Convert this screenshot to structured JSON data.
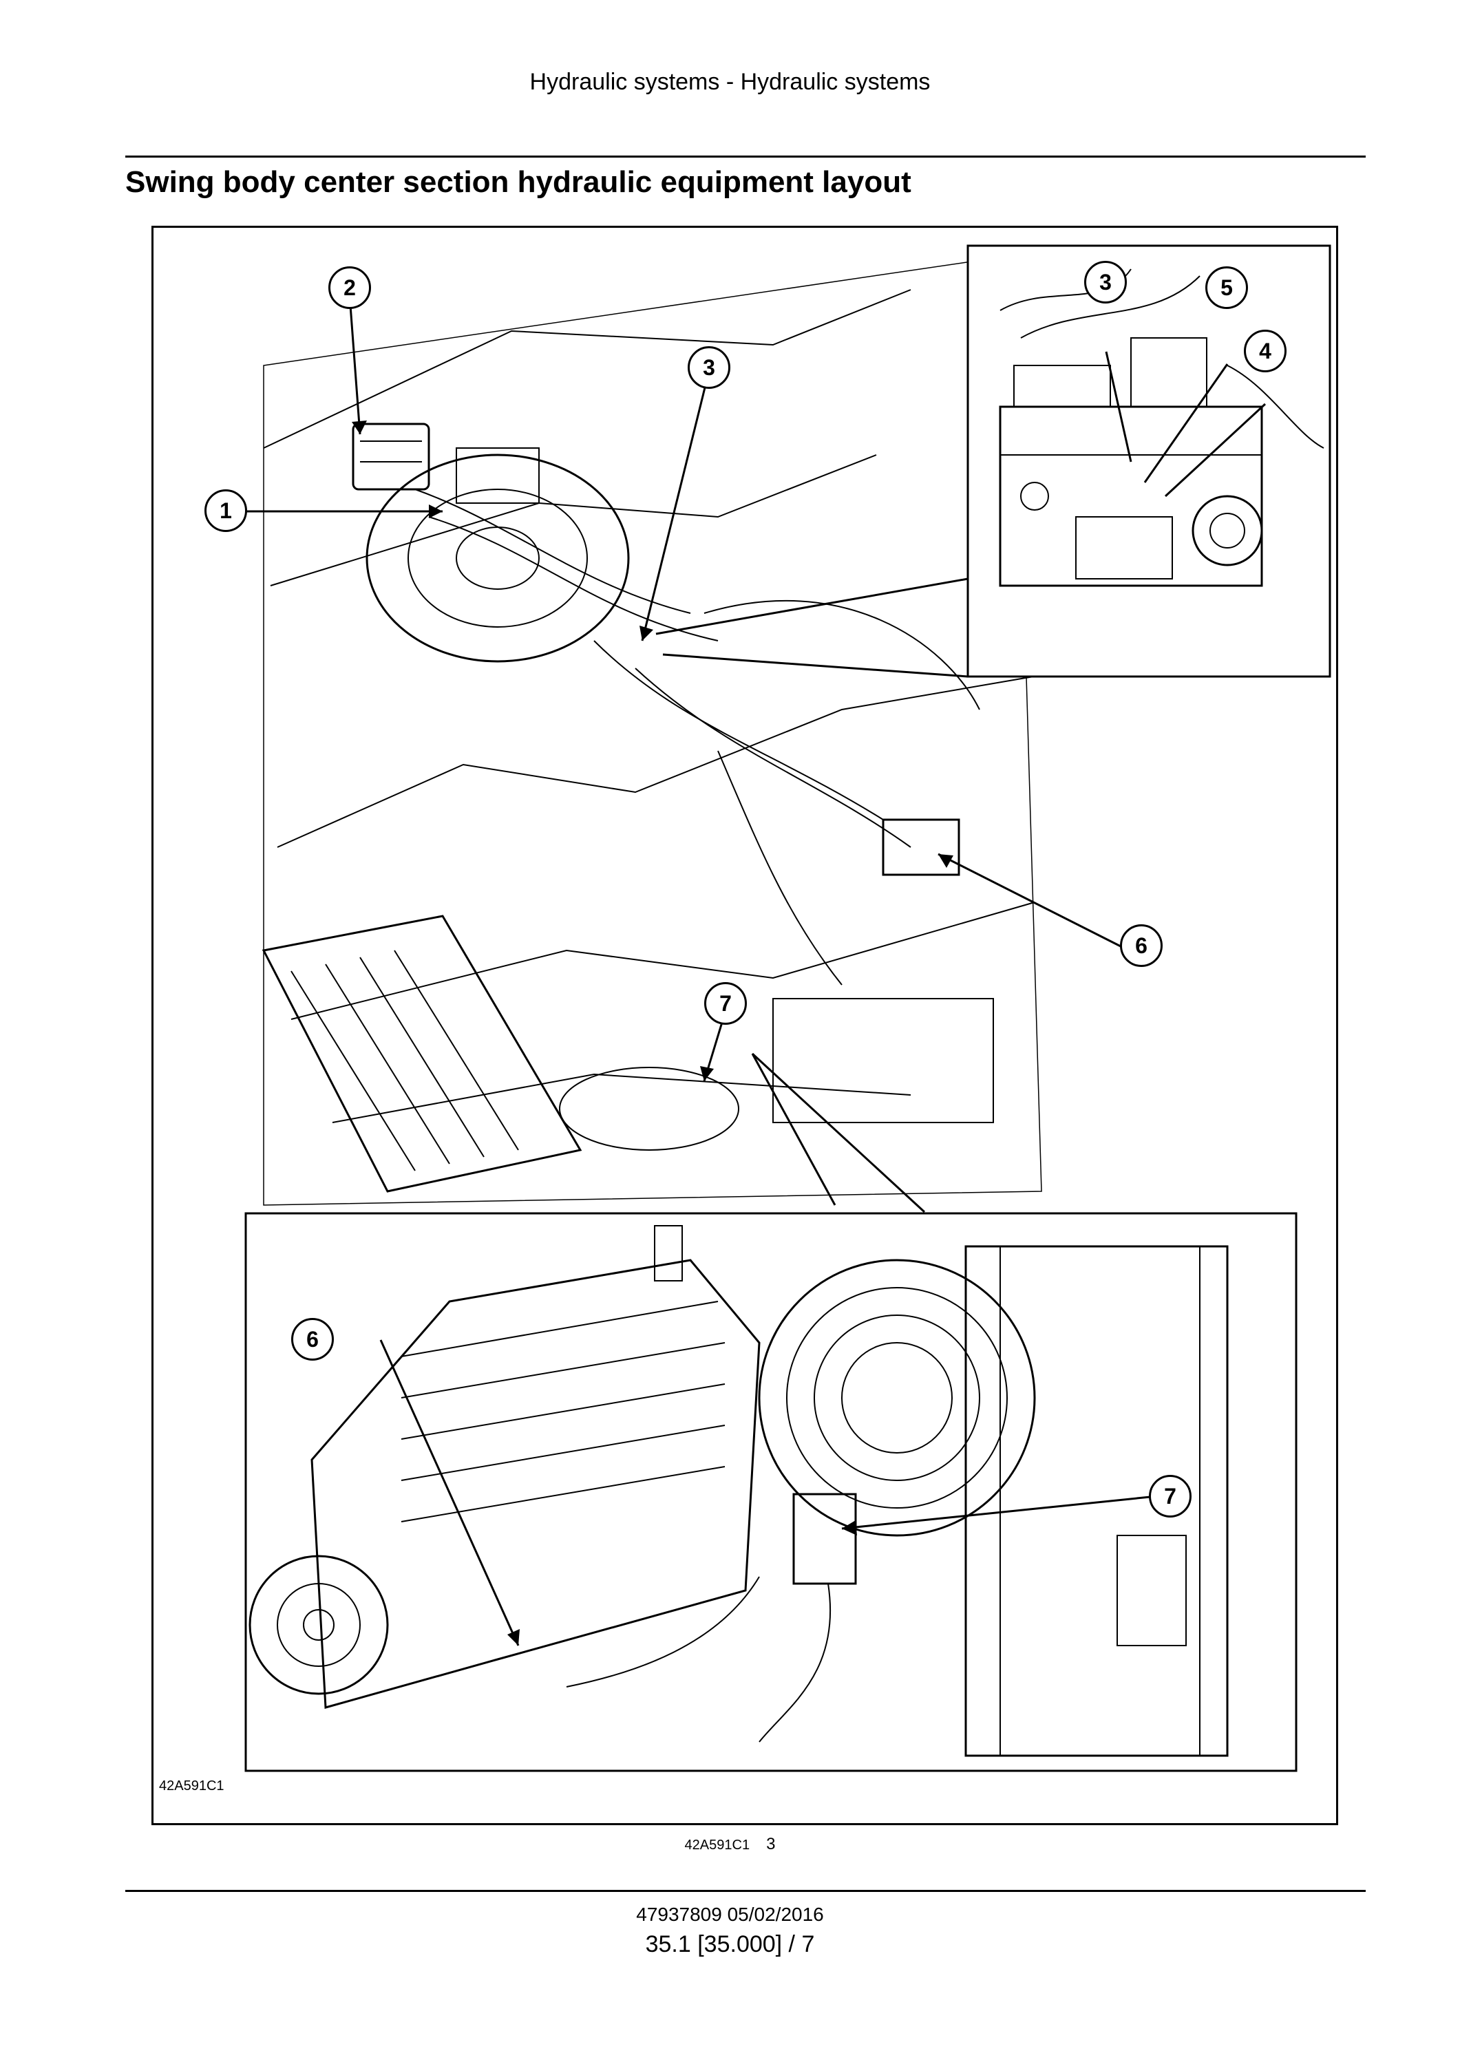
{
  "header": {
    "text": "Hydraulic systems - Hydraulic systems"
  },
  "title": "Swing body center section hydraulic equipment layout",
  "figure": {
    "image_ref": "42A591C1",
    "callouts_main": [
      "1",
      "2",
      "3",
      "6",
      "7"
    ],
    "callouts_inset_top": [
      "3",
      "5",
      "4"
    ],
    "callouts_inset_bottom": [
      "6",
      "7"
    ]
  },
  "caption": {
    "ref": "42A591C1",
    "number": "3"
  },
  "footer": {
    "doc_date": "47937809 05/02/2016",
    "page": "35.1 [35.000] / 7"
  }
}
